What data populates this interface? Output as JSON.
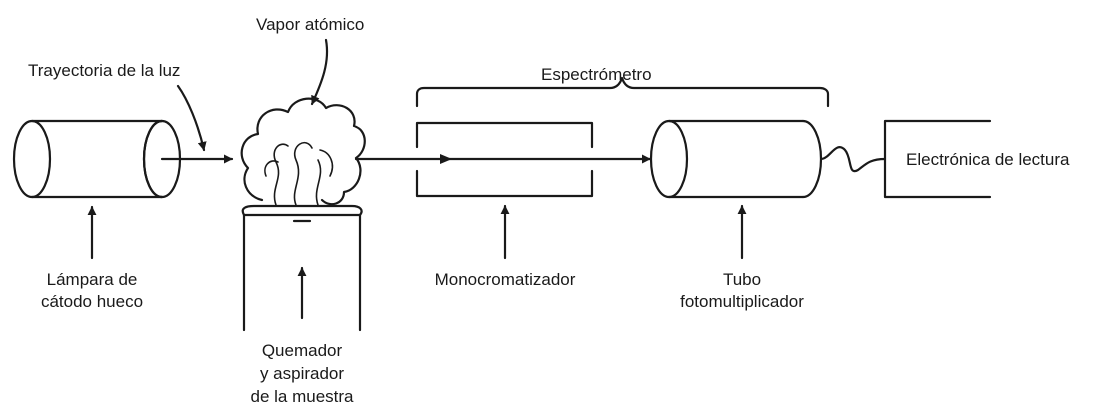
{
  "labels": {
    "vapor": "Vapor atómico",
    "light_path": "Trayectoria de la luz",
    "spectrometer": "Espectrómetro",
    "electronics": "Electrónica de lectura",
    "lamp_line1": "Lámpara de",
    "lamp_line2": "cátodo hueco",
    "burner_line1": "Quemador",
    "burner_line2": "y aspirador",
    "burner_line3": "de la muestra",
    "mono": "Monocromatizador",
    "tube_line1": "Tubo",
    "tube_line2": "fotomultiplicador"
  },
  "colors": {
    "ink": "#1a1a1a",
    "background": "#ffffff"
  }
}
